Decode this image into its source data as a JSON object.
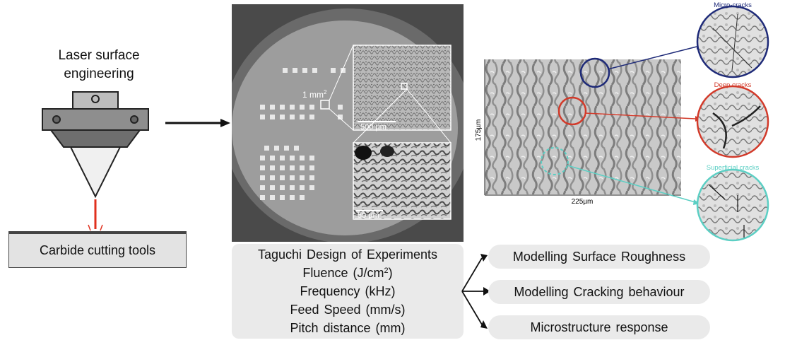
{
  "laser": {
    "title_line1": "Laser surface",
    "title_line2": "engineering",
    "substrate": "Carbide cutting tools"
  },
  "sample": {
    "area_label": "1 mm",
    "area_sup": "2",
    "scale_top": "500 µm",
    "scale_bottom": "50 µm"
  },
  "taguchi": {
    "title": "Taguchi Design of Experiments",
    "fluence": "Fluence  (J/cm",
    "fluence_sup": "2",
    "fluence_close": ")",
    "frequency": "Frequency  (kHz)",
    "feed": "Feed Speed  (mm/s)",
    "pitch": "Pitch distance (mm)"
  },
  "outputs": [
    "Modelling  Surface Roughness",
    "Modelling  Cracking behaviour",
    "Microstructure response"
  ],
  "micrograph": {
    "y_label": "175µm",
    "x_label": "225µm",
    "callouts": {
      "micro": "Micro-cracks",
      "deep": "Deep cracks",
      "superficial": "Superficial cracks"
    }
  },
  "colors": {
    "laser_beam": "#e0301e",
    "micro_cracks": "#1e2a78",
    "deep_cracks": "#d23a2a",
    "superficial_cracks": "#5ccfc4",
    "pill_bg": "#eaeaea"
  }
}
